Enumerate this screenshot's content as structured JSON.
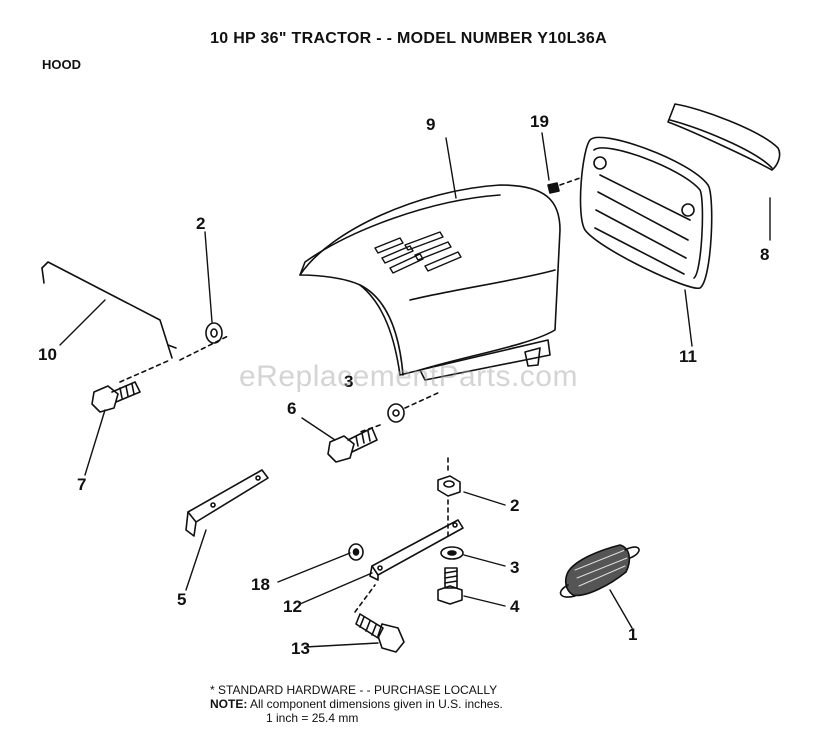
{
  "header": {
    "title": "10 HP 36\" TRACTOR - - MODEL NUMBER Y10L36A",
    "section": "HOOD"
  },
  "watermark": "eReplacementParts.com",
  "callouts": [
    "1",
    "2",
    "2",
    "3",
    "3",
    "4",
    "5",
    "6",
    "7",
    "8",
    "9",
    "10",
    "11",
    "12",
    "13",
    "18",
    "19"
  ],
  "notes": {
    "standard": "* STANDARD HARDWARE - - PURCHASE LOCALLY",
    "note_label": "NOTE:",
    "note_text": "All component dimensions given in U.S. inches.",
    "conversion": "1 inch = 25.4 mm"
  },
  "colors": {
    "ink": "#111111",
    "watermark": "#a0a0a0"
  }
}
